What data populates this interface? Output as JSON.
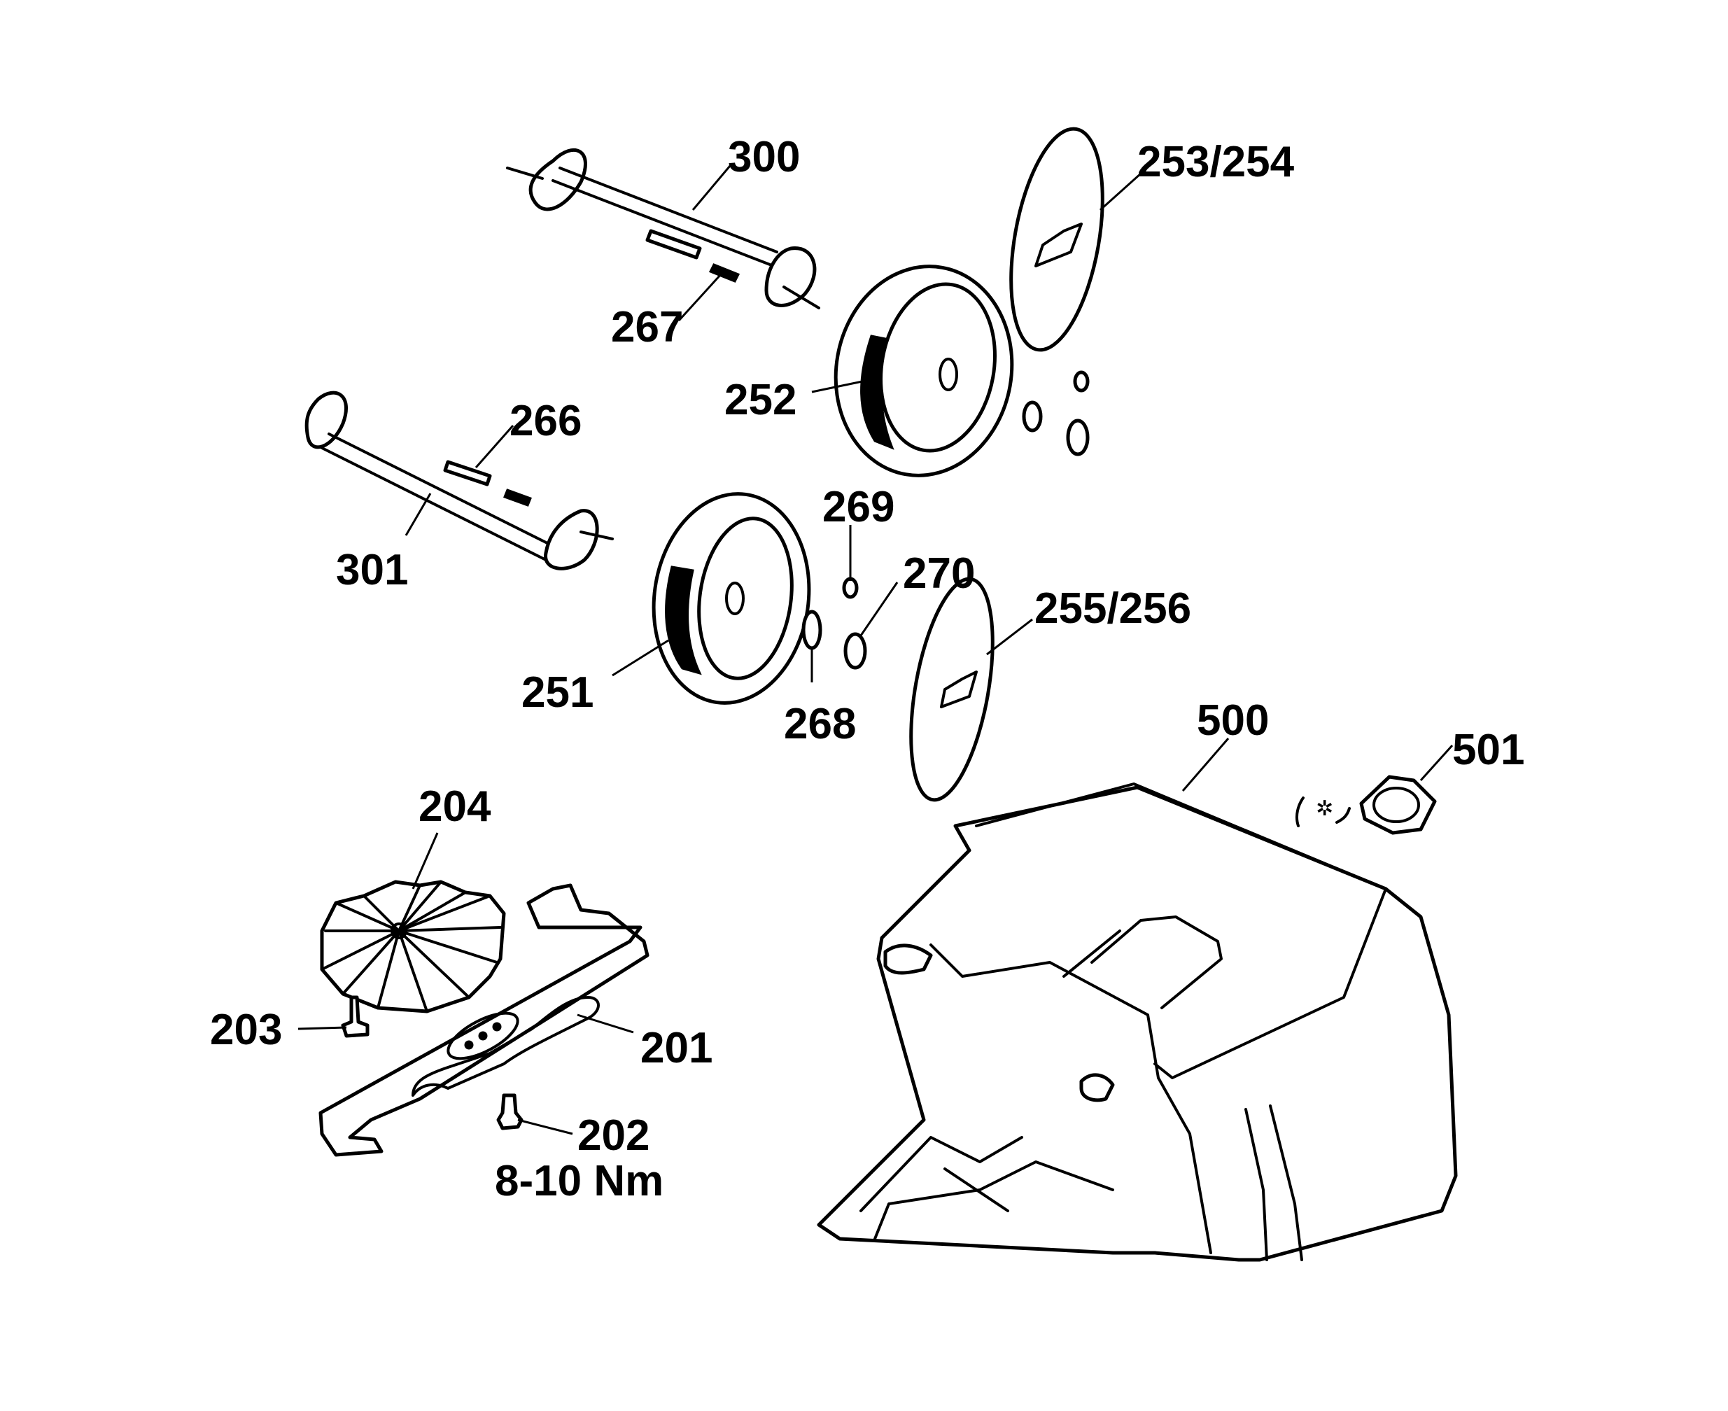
{
  "diagram": {
    "type": "exploded parts diagram",
    "subject": "lawn mower wheels, axles, blade and grass catcher",
    "callouts": [
      {
        "id": "300",
        "label": "300",
        "part": "rear axle"
      },
      {
        "id": "253-254",
        "label": "253/254",
        "part": "wheel cap (rear)"
      },
      {
        "id": "267",
        "label": "267",
        "part": "axle pin (rear)"
      },
      {
        "id": "252",
        "label": "252",
        "part": "rear wheel"
      },
      {
        "id": "266",
        "label": "266",
        "part": "axle pin (front)"
      },
      {
        "id": "301",
        "label": "301",
        "part": "front axle"
      },
      {
        "id": "269",
        "label": "269",
        "part": "washer"
      },
      {
        "id": "270",
        "label": "270",
        "part": "retaining ring"
      },
      {
        "id": "255-256",
        "label": "255/256",
        "part": "wheel cap (front)"
      },
      {
        "id": "251",
        "label": "251",
        "part": "front wheel"
      },
      {
        "id": "268",
        "label": "268",
        "part": "bushing"
      },
      {
        "id": "500",
        "label": "500",
        "part": "grass catcher"
      },
      {
        "id": "501",
        "label": "501",
        "part": "catcher indicator"
      },
      {
        "id": "204",
        "label": "204",
        "part": "fan"
      },
      {
        "id": "203",
        "label": "203",
        "part": "fan screw"
      },
      {
        "id": "201",
        "label": "201",
        "part": "blade"
      },
      {
        "id": "202",
        "label": "202",
        "part": "blade bolt"
      }
    ],
    "torque_note": "8-10 Nm"
  }
}
